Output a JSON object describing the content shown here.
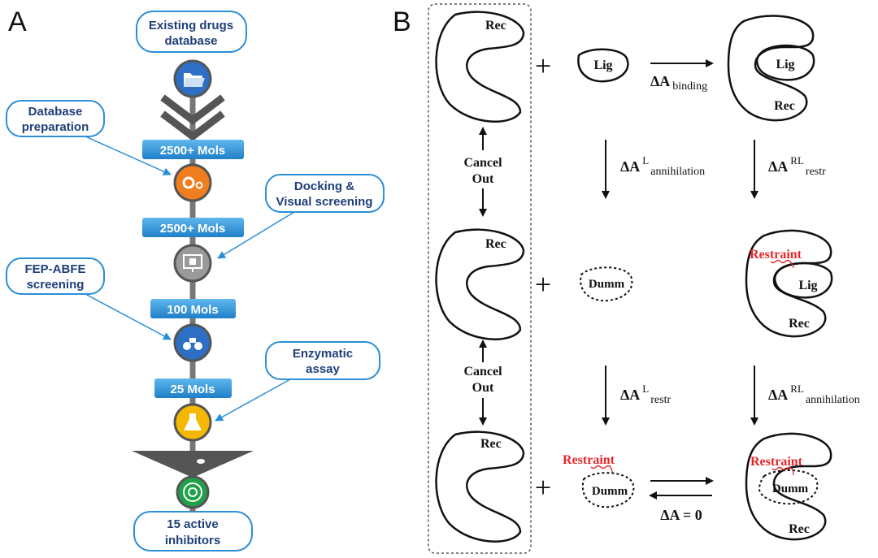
{
  "panel_a": {
    "letter": "A",
    "bubbles": {
      "existing_drugs": [
        "Existing drugs",
        "database"
      ],
      "database_prep": [
        "Database",
        "preparation"
      ],
      "docking": [
        "Docking &",
        "Visual screening"
      ],
      "fep": [
        "FEP-ABFE",
        "screening"
      ],
      "enzymatic": [
        "Enzymatic",
        "assay"
      ],
      "active": [
        "15 active",
        "inhibitors"
      ]
    },
    "bars": [
      "2500+ Mols",
      "2500+ Mols",
      "100 Mols",
      "25 Mols"
    ],
    "icons": [
      "folder-icon",
      "gears-icon",
      "monitor-icon",
      "binoculars-icon",
      "flask-icon",
      "target-icon"
    ],
    "colors": {
      "blue_icon": "#2d6fc4",
      "orange_icon": "#f07d1e",
      "gray_icon": "#9a9a9a",
      "yellow_icon": "#f5b800",
      "green_icon": "#1fa14a",
      "bar": "#2b8fd6",
      "bubble_border": "#2b8fd6",
      "callout": "#2b8fd6"
    }
  },
  "panel_b": {
    "letter": "B",
    "rec": "Rec",
    "lig": "Lig",
    "dumm": "Dumm",
    "restraint": "Restraint",
    "cancel_out": [
      "Cancel",
      "Out"
    ],
    "plus": "+",
    "delta_a": "ΔA",
    "binding_sub": "binding",
    "l_sup": "L",
    "rl_sup": "RL",
    "annihilation_sub": "annihilation",
    "restr_sub": "restr",
    "zero_label": "ΔA = 0"
  }
}
